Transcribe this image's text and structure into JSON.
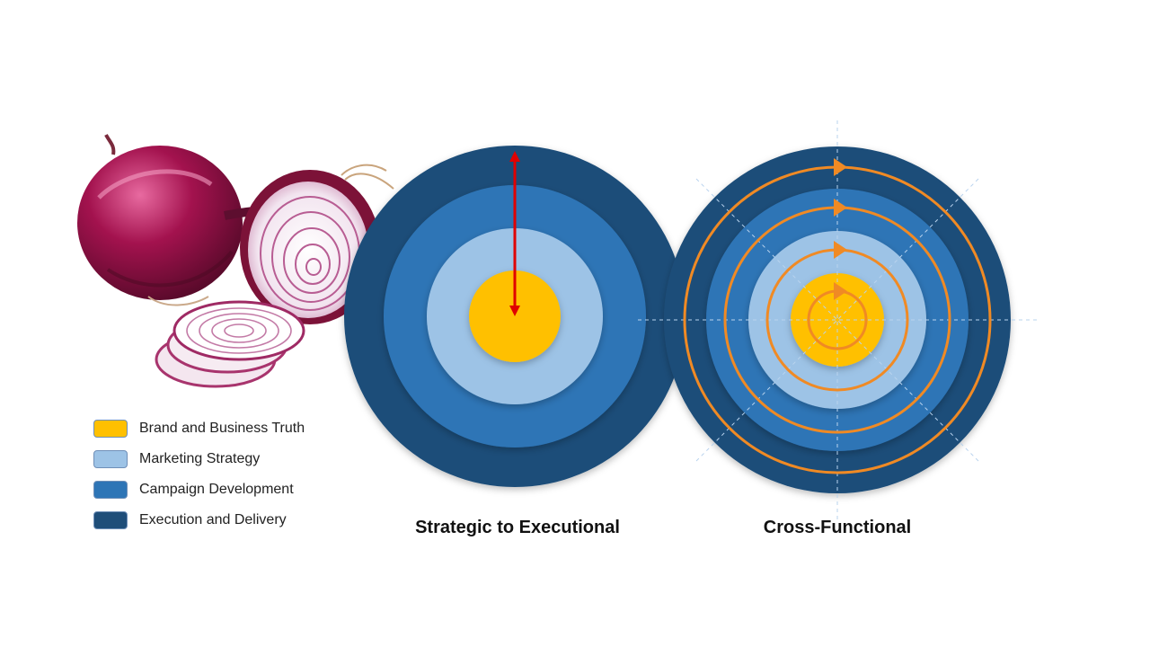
{
  "colors": {
    "core": "#FFC000",
    "strategy": "#9DC3E6",
    "campaign": "#2E75B6",
    "execution": "#1F4E79",
    "arrow_red": "#E00000",
    "orbit_orange": "#F08A24"
  },
  "legend": {
    "items": [
      {
        "label": "Brand and Business Truth",
        "color_key": "core"
      },
      {
        "label": "Marketing Strategy",
        "color_key": "strategy"
      },
      {
        "label": "Campaign Development",
        "color_key": "campaign"
      },
      {
        "label": "Execution and Delivery",
        "color_key": "execution"
      }
    ]
  },
  "diagrams": {
    "left": {
      "caption": "Strategic to Executional"
    },
    "right": {
      "caption": "Cross-Functional"
    }
  },
  "illustration": {
    "icon": "red-onion-icon"
  }
}
